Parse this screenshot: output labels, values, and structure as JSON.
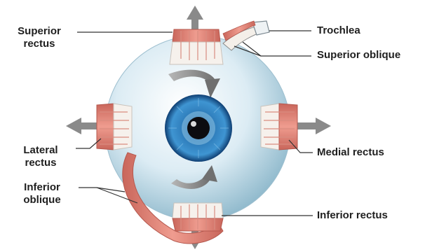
{
  "diagram": {
    "labels": {
      "superior_rectus": [
        "Superior",
        "rectus"
      ],
      "trochlea": "Trochlea",
      "superior_oblique": "Superior oblique",
      "lateral_rectus": [
        "Lateral",
        "rectus"
      ],
      "medial_rectus": "Medial rectus",
      "inferior_oblique": [
        "Inferior",
        "oblique"
      ],
      "inferior_rectus": "Inferior rectus"
    },
    "colors": {
      "sclera": "#d8eef7",
      "sclera_shadow": "#9cc3d4",
      "iris": "#2f86c4",
      "iris_dark": "#0f3f73",
      "pupil": "#0c0c10",
      "muscle": "#e48a7c",
      "muscle_dark": "#c8665b",
      "tendon": "#f7f3ef",
      "arrow_gray": "#8a8a8a",
      "leader": "#333333"
    }
  }
}
